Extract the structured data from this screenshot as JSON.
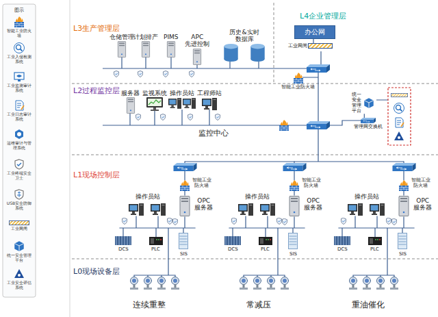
{
  "diagram": {
    "nodes": [
      {
        "text": [
          "办公网"
        ]
      },
      {
        "text": [
          "工业网闸"
        ]
      },
      {
        "text": [
          "仓储管理"
        ]
      },
      {
        "text": [
          "计划排产"
        ]
      },
      {
        "text": [
          "PIMS"
        ]
      },
      {
        "text": [
          "APC 先进控制"
        ]
      },
      {
        "text": [
          "历史&实时 数据库"
        ]
      },
      {
        "text": [
          "服务器"
        ]
      },
      {
        "text": [
          "监视系统"
        ]
      },
      {
        "text": [
          "操作员站"
        ]
      },
      {
        "text": [
          "工程师站"
        ]
      },
      {
        "text": [
          "智能工业防火墙"
        ]
      },
      {
        "text": [
          "统一安全管理平台"
        ]
      },
      {
        "text": [
          "管理网交换机"
        ]
      },
      {
        "text": [
          "智能工业 防火墙"
        ]
      },
      {
        "text": [
          "操作员站"
        ]
      },
      {
        "text": [
          "OPC 服务器"
        ]
      },
      {
        "text": [
          "DCS"
        ]
      },
      {
        "text": [
          "PLC"
        ]
      },
      {
        "text": [
          "SIS"
        ]
      },
      {
        "text": [
          "智能工业 防火墙"
        ]
      },
      {
        "text": [
          "操作员站"
        ]
      },
      {
        "text": [
          "OPC 服务器"
        ]
      },
      {
        "text": [
          "DCS"
        ]
      },
      {
        "text": [
          "PLC"
        ]
      },
      {
        "text": [
          "SIS"
        ]
      },
      {
        "text": [
          "智能工业 防火墙"
        ]
      },
      {
        "text": [
          "操作员站"
        ]
      },
      {
        "text": [
          "OPC 服务器"
        ]
      },
      {
        "text": [
          "DCS"
        ]
      },
      {
        "text": [
          "PLC"
        ]
      },
      {
        "text": [
          "SIS"
        ]
      }
    ],
    "edges": [
      {
        "from": 0,
        "to": 1,
        "arrow": "none"
      },
      {
        "from": 12,
        "to": 13,
        "arrow": "none"
      }
    ],
    "labels": [
      "图示",
      "L4企业管理层",
      "L3生产管理层",
      "L2过程监控层",
      "监控中心",
      "L1现场控制层",
      "L0现场设备层",
      "连续重整",
      "常减压",
      "重油催化"
    ],
    "legend": [
      {
        "text": "智能工业防火墙"
      },
      {
        "text": "工业入侵检测系统"
      },
      {
        "text": "工业监测审计系统"
      },
      {
        "text": "工业日志审计系统"
      },
      {
        "text": "运维审计与管理系统"
      },
      {
        "text": "工业终端安全卫士"
      },
      {
        "text": "USB安全防御系统"
      },
      {
        "text": "工业网闸"
      },
      {
        "text": "统一安全管理平台"
      },
      {
        "text": "工业安全评估系统"
      }
    ]
  }
}
